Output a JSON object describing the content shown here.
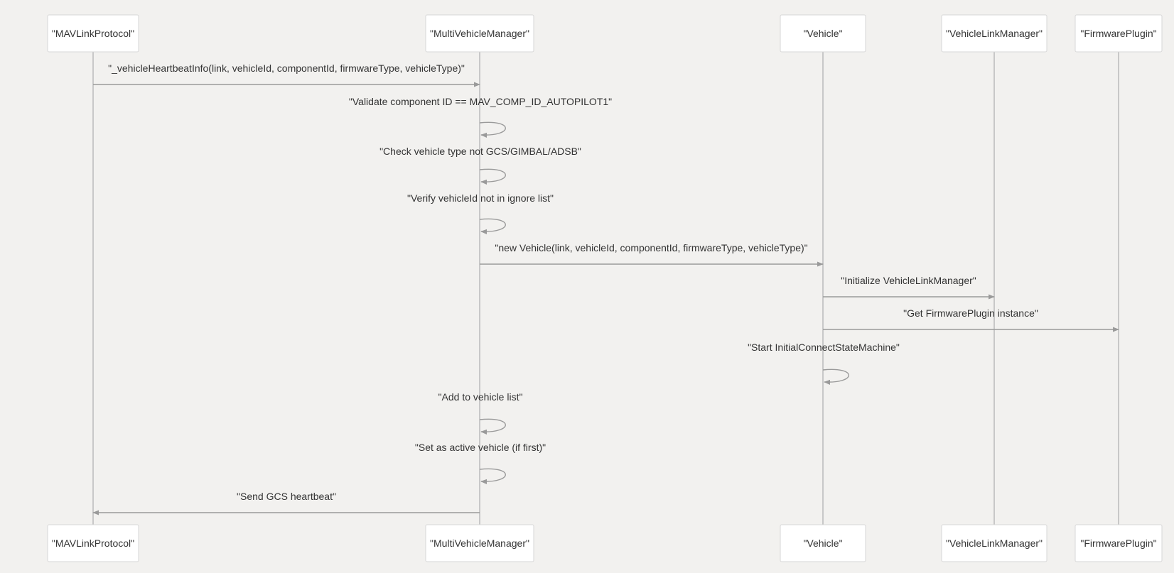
{
  "colors": {
    "background": "#f2f1ef",
    "actor_fill": "#ffffff",
    "actor_border": "#d7d7d7",
    "lifeline": "#c8c8c8",
    "arrow": "#9a9a9a",
    "text": "#333333"
  },
  "participants": [
    {
      "id": "mav",
      "label": "\"MAVLinkProtocol\""
    },
    {
      "id": "mvm",
      "label": "\"MultiVehicleManager\""
    },
    {
      "id": "veh",
      "label": "\"Vehicle\""
    },
    {
      "id": "vlm",
      "label": "\"VehicleLinkManager\""
    },
    {
      "id": "fw",
      "label": "\"FirmwarePlugin\""
    }
  ],
  "messages": [
    {
      "from": "mav",
      "to": "mvm",
      "label": "\"_vehicleHeartbeatInfo(link, vehicleId, componentId, firmwareType, vehicleType)\""
    },
    {
      "from": "mvm",
      "to": "mvm",
      "label": "\"Validate component ID == MAV_COMP_ID_AUTOPILOT1\""
    },
    {
      "from": "mvm",
      "to": "mvm",
      "label": "\"Check vehicle type not GCS/GIMBAL/ADSB\""
    },
    {
      "from": "mvm",
      "to": "mvm",
      "label": "\"Verify vehicleId not in ignore list\""
    },
    {
      "from": "mvm",
      "to": "veh",
      "label": "\"new Vehicle(link, vehicleId, componentId, firmwareType, vehicleType)\""
    },
    {
      "from": "veh",
      "to": "vlm",
      "label": "\"Initialize VehicleLinkManager\""
    },
    {
      "from": "veh",
      "to": "fw",
      "label": "\"Get FirmwarePlugin instance\""
    },
    {
      "from": "veh",
      "to": "veh",
      "label": "\"Start InitialConnectStateMachine\""
    },
    {
      "from": "mvm",
      "to": "mvm",
      "label": "\"Add to vehicle list\""
    },
    {
      "from": "mvm",
      "to": "mvm",
      "label": "\"Set as active vehicle (if first)\""
    },
    {
      "from": "mvm",
      "to": "mav",
      "label": "\"Send GCS heartbeat\""
    }
  ]
}
